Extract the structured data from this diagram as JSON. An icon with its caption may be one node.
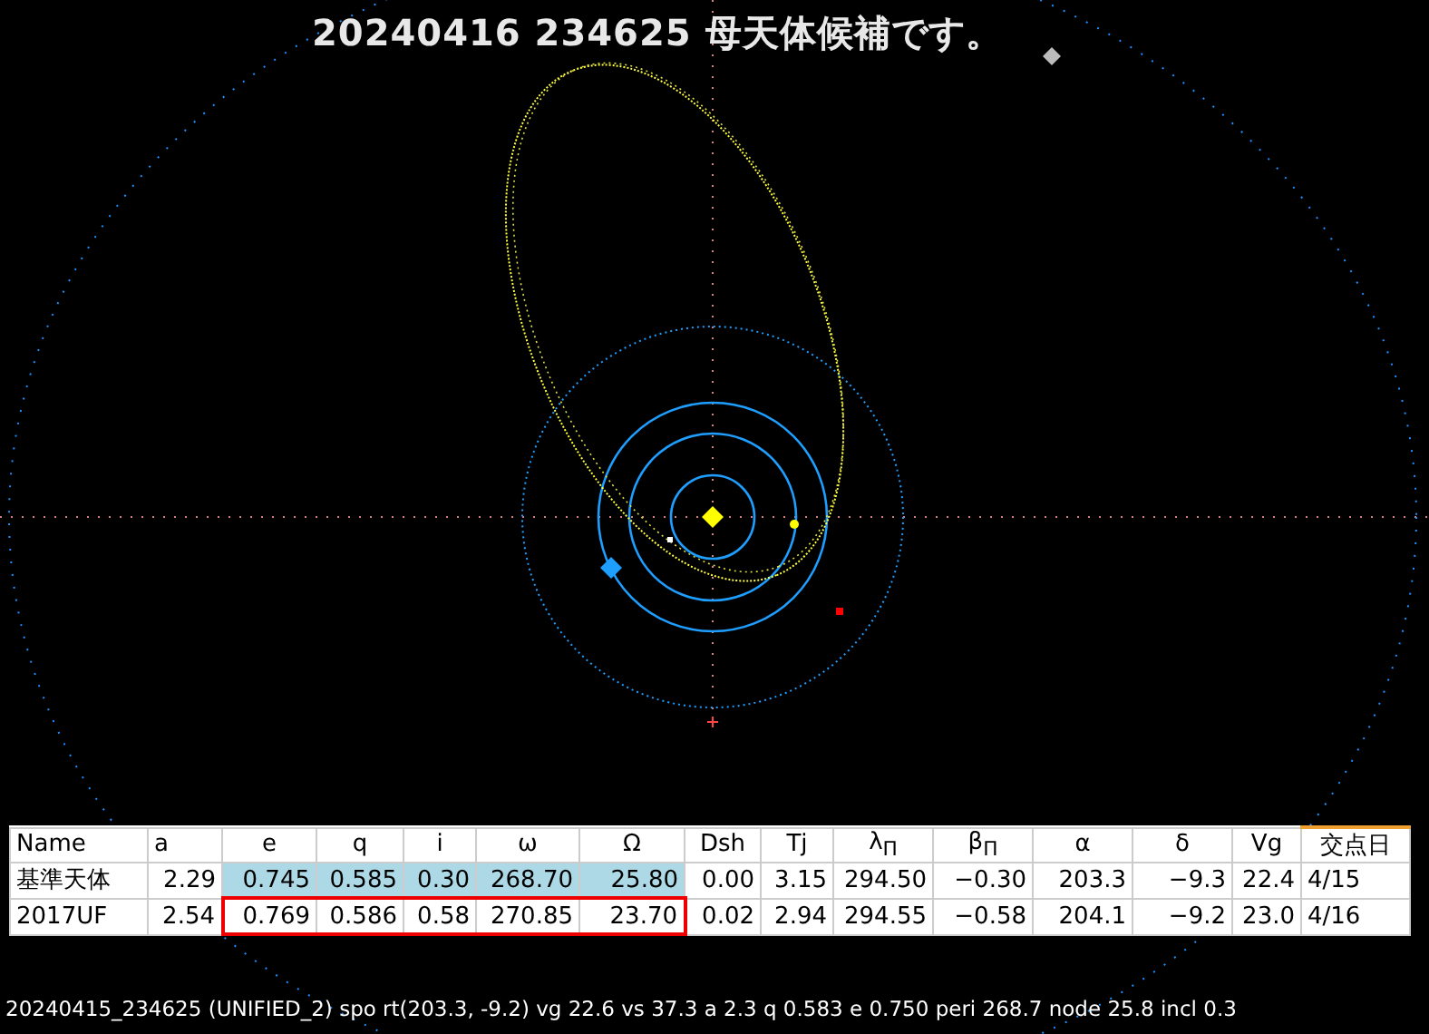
{
  "diagram": {
    "title": "20240416 234625 母天体候補です。",
    "labels": [
      "Name",
      "a",
      "e",
      "q",
      "i",
      "ω",
      "Ω",
      "Dsh",
      "Tj",
      "λ$_{Π}$",
      "β$_{Π}$",
      "α",
      "δ",
      "Vg",
      "交点日",
      "基準天体",
      "2.29",
      "0.745",
      "0.585",
      "0.30",
      "268.70",
      "25.80",
      "0.00",
      "3.15",
      "294.50",
      "−0.30",
      "203.3",
      "−9.3",
      "22.4",
      "4/15",
      "2017UF",
      "2.54",
      "0.769",
      "0.586",
      "0.58",
      "270.85",
      "23.70",
      "0.02",
      "2.94",
      "294.55",
      "−0.58",
      "204.1",
      "−9.2",
      "23.0",
      "4/16",
      "20240415_234625 (UNIFIED_2) spo rt(203.3, -9.2) vg 22.6 vs 37.3 a 2.3 q 0.583 e 0.750 peri 268.7 node 25.8 incl 0.3"
    ]
  }
}
